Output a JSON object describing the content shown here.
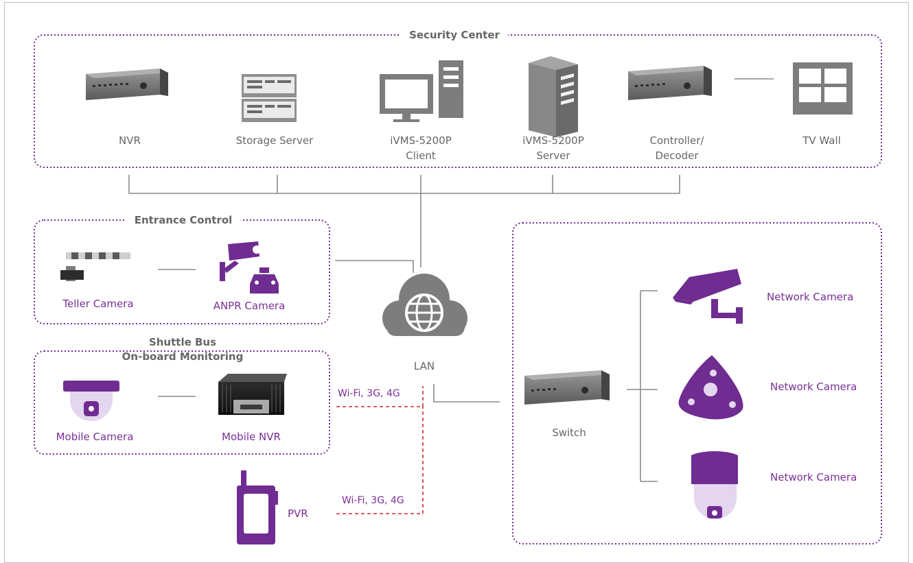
{
  "security_center": {
    "title": "Security Center",
    "devices": [
      "NVR",
      "Storage Server",
      "iVMS-5200P\nClient",
      "iVMS-5200P\nServer",
      "Controller/\nDecoder",
      "TV Wall"
    ]
  },
  "entrance_control": {
    "title": "Entrance Control",
    "devices": [
      "Teller Camera",
      "ANPR Camera"
    ]
  },
  "shuttle_bus": {
    "title": "Shuttle Bus\nOn-board Monitoring",
    "devices": [
      "Mobile Camera",
      "Mobile NVR"
    ]
  },
  "network": {
    "lan": "LAN",
    "switch": "Switch",
    "cameras": [
      "Network Camera",
      "Network Camera",
      "Network Camera"
    ]
  },
  "wireless": {
    "link_label_1": "Wi-Fi, 3G, 4G",
    "link_label_2": "Wi-Fi, 3G, 4G",
    "pvr": "PVR"
  },
  "colors": {
    "accent_purple": "#6f2c91",
    "light_purple": "#e3d6ee",
    "device_gray": "#7d7d7d",
    "line_gray": "#8a8a8a",
    "wireless_red": "#d42b2b"
  },
  "icons": [
    "nvr-icon",
    "storage-server-icon",
    "client-pc-icon",
    "server-tower-icon",
    "decoder-icon",
    "tv-wall-icon",
    "barrier-gate-icon",
    "anpr-camera-icon",
    "mobile-dome-camera-icon",
    "mobile-nvr-icon",
    "lan-cloud-icon",
    "switch-icon",
    "bullet-camera-icon",
    "dome-camera-icon",
    "ptz-camera-icon",
    "radio-icon"
  ]
}
